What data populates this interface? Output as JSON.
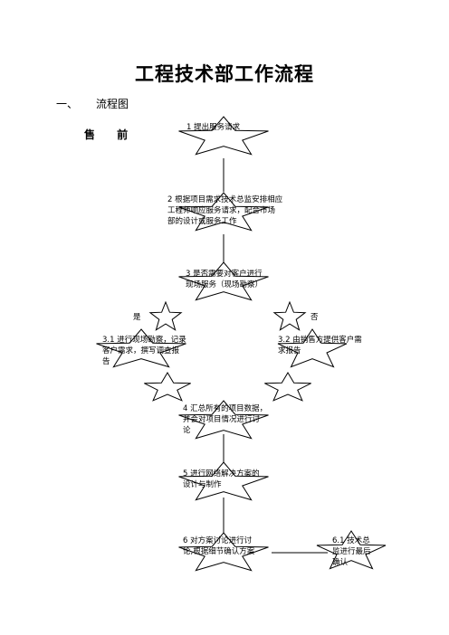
{
  "document": {
    "title": "工程技术部工作流程",
    "section_number": "一、",
    "section_title": "流程图",
    "stage_label": "售 前"
  },
  "flow": {
    "step1": "1 提出服务请求",
    "step2_lines": [
      "2 根据项目需求技术总监安排相应",
      "工程师响应服务请求，配合市场",
      "部的设计或服务工作"
    ],
    "step3_lines": [
      "3 是否需要对客户进行",
      "现场服务（现场勘察）"
    ],
    "branch_yes": "是",
    "branch_no": "否",
    "step3_1_lines": [
      "3.1 进行现场勘察，记录",
      "客户需求，撰写调查报",
      "告"
    ],
    "step3_2_lines": [
      "3.2 由销售方提供客户需",
      "求报告"
    ],
    "step4_lines": [
      "4 汇总所有的项目数据，",
      "并会对项目情况进行讨",
      "论"
    ],
    "step5_lines": [
      "5 进行网络解决方案的",
      "设计与制作"
    ],
    "step6_lines": [
      "6 对方案讨论进行讨",
      "论,根据细节确认方案"
    ],
    "step6_1_lines": [
      "6.1 技术总",
      "监进行最后",
      "确认"
    ]
  }
}
